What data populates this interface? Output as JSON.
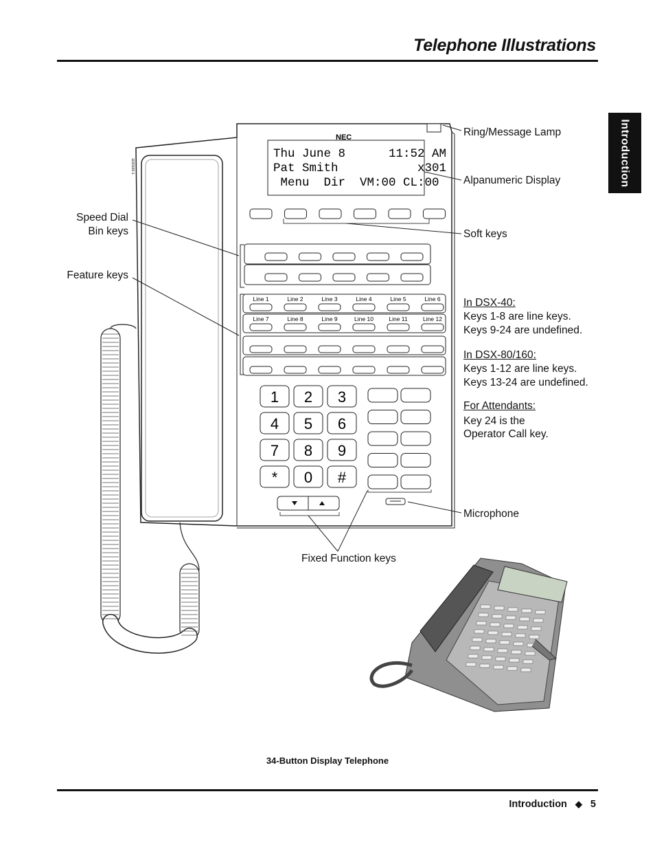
{
  "header": {
    "title": "Telephone Illustrations"
  },
  "side_tab": {
    "label": "Introduction"
  },
  "display": {
    "line1": "Thu June 8      11:52 AM",
    "line2": "Pat Smith           x301",
    "line3": " Menu  Dir  VM:00 CL:00"
  },
  "brand": "NEC",
  "part_number": "1183100-1",
  "line_keys_row1": [
    "Line 1",
    "Line 2",
    "Line 3",
    "Line 4",
    "Line 5",
    "Line 6"
  ],
  "line_keys_row2": [
    "Line 7",
    "Line 8",
    "Line 9",
    "Line 10",
    "Line 11",
    "Line 12"
  ],
  "dialpad": [
    "1",
    "2",
    "3",
    "4",
    "5",
    "6",
    "7",
    "8",
    "9",
    "*",
    "0",
    "#"
  ],
  "callouts": {
    "ring_lamp": "Ring/Message Lamp",
    "display": "Alpanumeric Display",
    "soft_keys": "Soft keys",
    "speed_dial": "Speed Dial",
    "bin_keys": "Bin keys",
    "feature_keys": "Feature keys",
    "microphone": "Microphone",
    "fixed_function": "Fixed Function keys"
  },
  "notes": {
    "dsx40_heading": "In DSX-40:",
    "dsx40_line1": "Keys 1-8 are line keys.",
    "dsx40_line2": "Keys 9-24 are undefined.",
    "dsx80_heading": "In DSX-80/160:",
    "dsx80_line1": "Keys 1-12 are line keys.",
    "dsx80_line2": "Keys 13-24 are undefined.",
    "attendants_heading": "For Attendants:",
    "attendants_line1": "Key 24 is the",
    "attendants_line2": "Operator Call key."
  },
  "caption": "34-Button Display Telephone",
  "footer": {
    "section": "Introduction",
    "page": "5"
  }
}
